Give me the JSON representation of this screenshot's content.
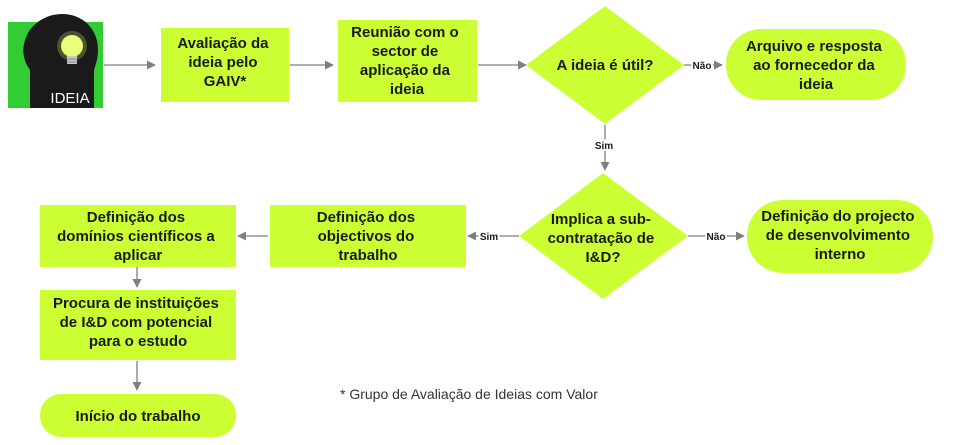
{
  "colors": {
    "node_fill": "#ccff33",
    "connector": "#7f7f7f",
    "idea_bg": "#33cc33",
    "idea_head": "#1a1a1a",
    "bulb": "#e8ff7a"
  },
  "idea_icon": {
    "name": "lightbulb-head-icon",
    "label": "IDEIA"
  },
  "nodes": {
    "avaliacao": {
      "lines": [
        "Avaliação da",
        "ideia pelo",
        "GAIV*"
      ]
    },
    "reuniao": {
      "lines": [
        "Reunião com o",
        "sector de",
        "aplicação da",
        "ideia"
      ]
    },
    "ideia_util": {
      "lines": [
        "A ideia é útil?"
      ]
    },
    "arquivo": {
      "lines": [
        "Arquivo e resposta",
        "ao fornecedor da",
        "ideia"
      ]
    },
    "implica": {
      "lines": [
        "Implica a sub-",
        "contratação de",
        "I&D?"
      ]
    },
    "projecto": {
      "lines": [
        "Definição do projecto",
        "de desenvolvimento",
        "interno"
      ]
    },
    "objectivos": {
      "lines": [
        "Definição dos",
        "objectivos do",
        "trabalho"
      ]
    },
    "dominios": {
      "lines": [
        "Definição dos",
        "domínios científicos a",
        "aplicar"
      ]
    },
    "procura": {
      "lines": [
        "Procura de instituições",
        "de I&D com potencial",
        "para o estudo"
      ]
    },
    "inicio": {
      "lines": [
        "Início do trabalho"
      ]
    }
  },
  "edge_labels": {
    "nao_1": "Não",
    "sim_1": "Sim",
    "nao_2": "Não",
    "sim_2": "Sim"
  },
  "footnote": "* Grupo de Avaliação de Ideias com Valor"
}
